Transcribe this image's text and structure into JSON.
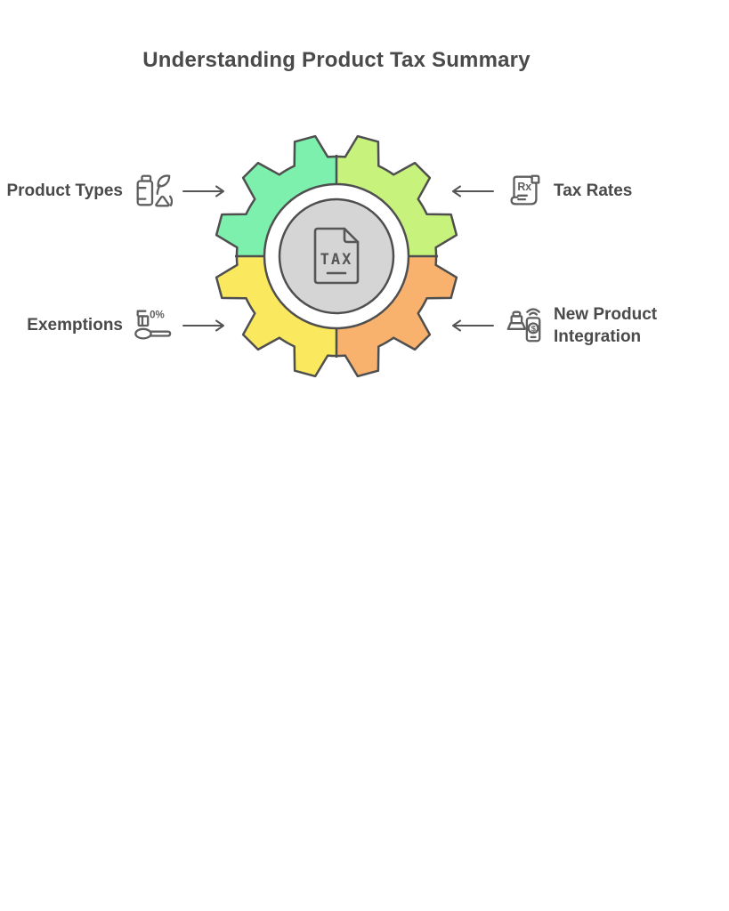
{
  "title": "Understanding Product Tax Summary",
  "center": {
    "document_label": "TAX"
  },
  "callouts": {
    "product_types": {
      "label": "Product Types"
    },
    "tax_rates": {
      "label": "Tax Rates"
    },
    "exemptions": {
      "label": "Exemptions"
    },
    "new_product_integration": {
      "label": "New Product Integration"
    }
  },
  "icon_badges": {
    "tax_rates": "Rx",
    "exemptions": "0%",
    "new_product_integration": "$"
  },
  "colors": {
    "quadrant_product_types": "#7df0ad",
    "quadrant_tax_rates": "#c7f27c",
    "quadrant_exemptions": "#fae95e",
    "quadrant_new_product_integration": "#f8b26e",
    "outline": "#4f4f4f",
    "hub_fill": "#d5d5d5",
    "icon_stroke": "#5f5f5f",
    "text": "#4a4a4a",
    "arrow": "#555555"
  }
}
